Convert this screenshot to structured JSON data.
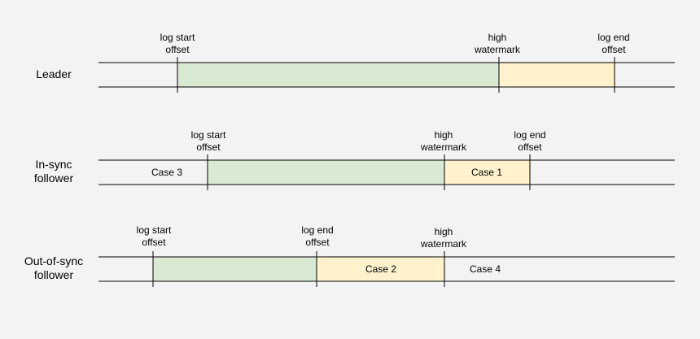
{
  "colors": {
    "background": "#f3f3f3",
    "log_region": "#d9ead3",
    "pending_region": "#fff2cc",
    "line": "#000000",
    "text": "#000000"
  },
  "rows": [
    {
      "label": [
        "Leader"
      ],
      "log_start_label": [
        "log start",
        "offset"
      ],
      "high_watermark_label": [
        "high",
        "watermark"
      ],
      "log_end_label": [
        "log end",
        "offset"
      ],
      "cases": []
    },
    {
      "label": [
        "In-sync",
        "follower"
      ],
      "log_start_label": [
        "log start",
        "offset"
      ],
      "high_watermark_label": [
        "high",
        "watermark"
      ],
      "log_end_label": [
        "log end",
        "offset"
      ],
      "cases": [
        "Case 3",
        "Case 1"
      ]
    },
    {
      "label": [
        "Out-of-sync",
        "follower"
      ],
      "log_start_label": [
        "log start",
        "offset"
      ],
      "log_end_label": [
        "log end",
        "offset"
      ],
      "high_watermark_label": [
        "high",
        "watermark"
      ],
      "cases": [
        "Case 2",
        "Case 4"
      ]
    }
  ]
}
